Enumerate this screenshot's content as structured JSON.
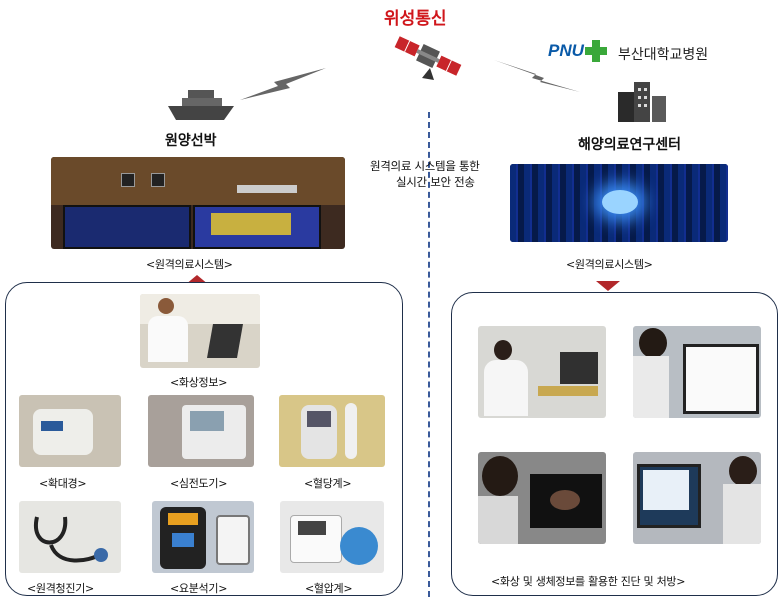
{
  "header": {
    "title": "위성통신"
  },
  "left": {
    "title": "원양선박",
    "system_caption": "<원격의료시스템>",
    "video_caption": "<화상정보>",
    "devices": [
      {
        "label": "<확대경>"
      },
      {
        "label": "<심전도기>"
      },
      {
        "label": "<혈당계>"
      },
      {
        "label": "<원격청진기>"
      },
      {
        "label": "<요분석기>"
      },
      {
        "label": "<혈압계>"
      }
    ]
  },
  "center": {
    "line1": "원격의료 시스템을 통한",
    "line2": "실시간 보안 전송"
  },
  "right": {
    "logo_text": "PNU",
    "hospital_name": "부산대학교병원",
    "title": "해양의료연구센터",
    "system_caption": "<원격의료시스템>",
    "bottom_caption": "<화상 및 생체정보를 활용한 진단 및 처방>"
  },
  "colors": {
    "title_red": "#d0161b",
    "arrow_red": "#b2282b",
    "panel_border": "#1f2f4a",
    "divider_blue": "#3a5a9a"
  }
}
